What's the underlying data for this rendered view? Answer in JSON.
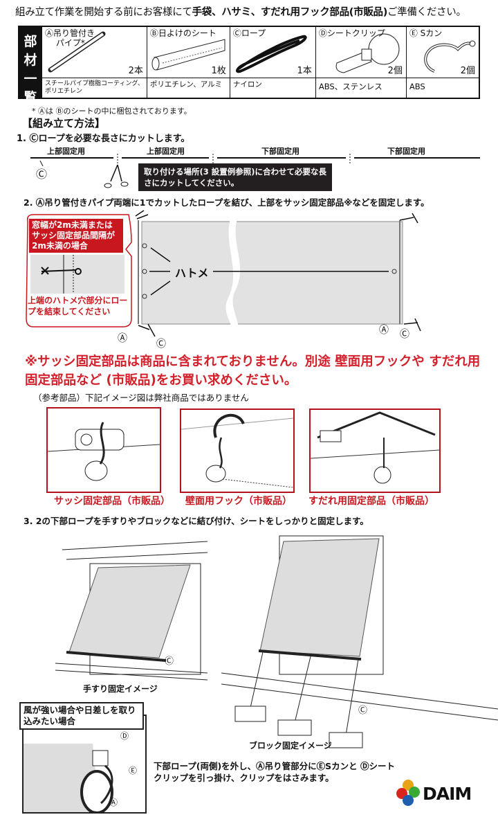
{
  "intro": {
    "prefix": "組み立て作業を開始する前にお客様にて",
    "bold": "手袋、ハサミ、すだれ用フック部品(市販品)",
    "suffix": "ご準備ください。"
  },
  "parts_table": {
    "side_label": [
      "部",
      "材",
      "一",
      "覧"
    ],
    "items": [
      {
        "name": "Ⓐ吊り管付き\n　 パイプ*",
        "qty": "2本",
        "material": "スチールパイプ樹脂コーティング、\nポリエチレン"
      },
      {
        "name": "Ⓑ日よけのシート",
        "qty": "1枚",
        "material": "ポリエチレン、アルミ"
      },
      {
        "name": "Ⓒロープ",
        "qty": "1本",
        "material": "ナイロン"
      },
      {
        "name": "Ⓓシートクリップ",
        "qty": "2個",
        "material": "ABS、ステンレス"
      },
      {
        "name": "Ⓔ Sカン",
        "qty": "2個",
        "material": "ABS"
      }
    ]
  },
  "note": "* Ⓐは Ⓑのシートの中に梱包されております。",
  "assembly_title": "【組み立て方法】",
  "step1": {
    "text": "1. Ⓒロープを必要な長さにカットします。",
    "segments": [
      "上部固定用",
      "上部固定用",
      "下部固定用",
      "下部固定用"
    ],
    "rope_marker": "Ⓒ",
    "callout": "取り付ける場所(3 設置例参照)に合わせて必要な長さにカットしてください。"
  },
  "step2": {
    "text": "2. Ⓐ吊り管付きパイプ両端に1でカットしたロープを結び、上部をサッシ固定部品※などを固定します。",
    "red_box_title": "窓幅が2m未満または サッシ固定部品間隔が 2m未満の場合",
    "red_box_caption": "上端のハトメ穴部分にロープを結束してください",
    "grommet_label": "ハトメ",
    "marker_a": "Ⓐ",
    "marker_c": "Ⓒ"
  },
  "warning": "※サッシ固定部品は商品に含まれておりません。別途 壁面用フックや すだれ用固定部品など (市販品)をお買い求めください。",
  "reference": {
    "text": "（参考部品）下記イメージ図は弊社商品ではありません",
    "items": [
      "サッシ固定部品（市販品）",
      "壁面用フック（市販品）",
      "すだれ用固定部品（市販品）"
    ]
  },
  "step3": {
    "text": "3. 2の下部ロープを手すりやブロックなどに結び付け、シートをしっかりと固定します。",
    "handrail_caption": "手すり固定イメージ",
    "block_caption": "ブロック固定イメージ",
    "marker_c": "Ⓒ"
  },
  "wind": {
    "label": "風が強い場合や日差しを取り込みたい場合",
    "markers": [
      "Ⓓ",
      "Ⓔ",
      "Ⓐ"
    ],
    "description": "下部ロープ(両側)を外し、Ⓐ吊り管部分にⒺSカンと Ⓓシート\nクリップを引っ掛け、クリップをはさみます。"
  },
  "logo": {
    "text": "DAIM",
    "colors": [
      "#e8a317",
      "#3aa935",
      "#d9261c",
      "#1d5fae"
    ]
  },
  "colors": {
    "red": "#c8171e",
    "sheet_gray": "#e2e2e2",
    "dark": "#231f20"
  }
}
